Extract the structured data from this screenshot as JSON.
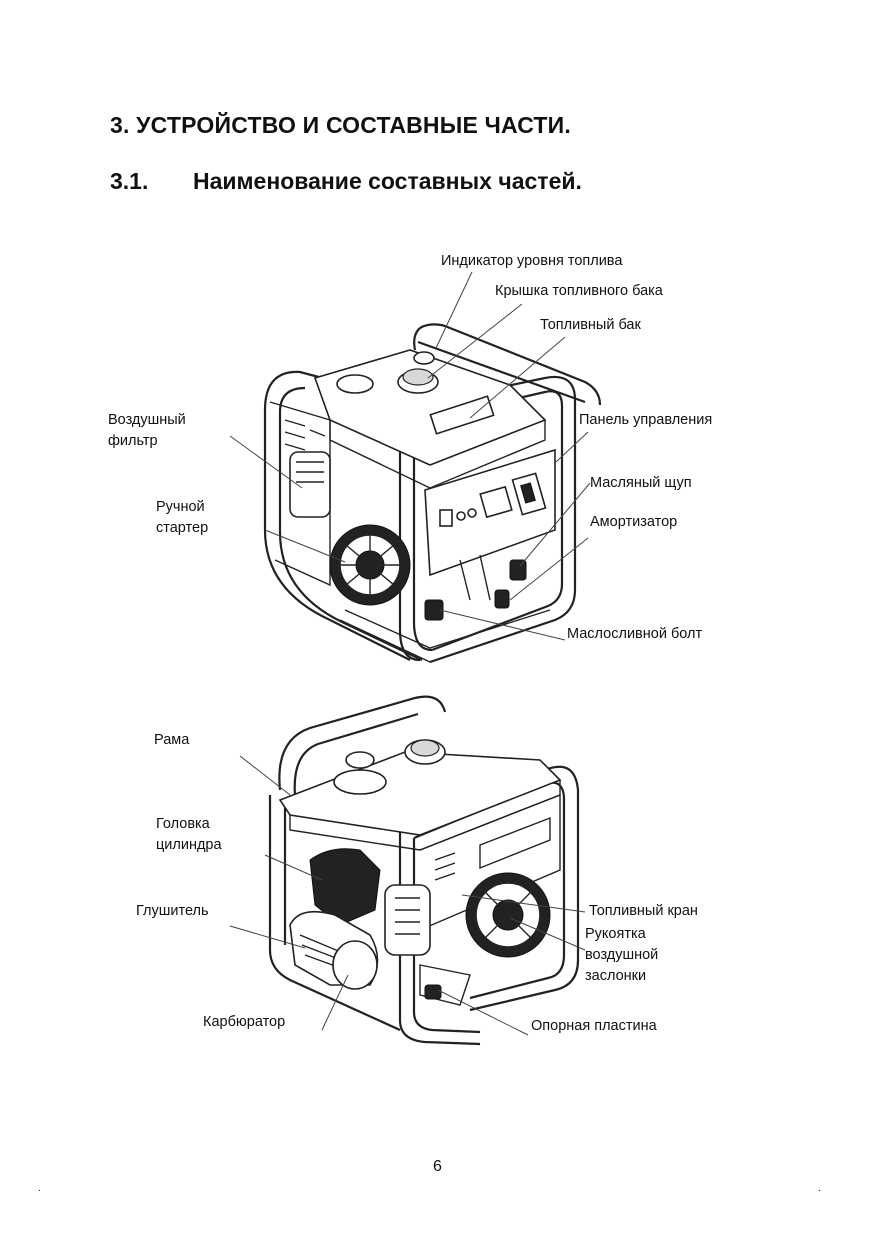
{
  "heading": "3. УСТРОЙСТВО И СОСТАВНЫЕ ЧАСТИ.",
  "subheading": {
    "number": "3.1.",
    "text": "Наименование составных частей."
  },
  "diagram_top": {
    "labels": {
      "fuel_level_indicator": "Индикатор уровня топлива",
      "fuel_tank_cap": "Крышка топливного бака",
      "fuel_tank": "Топливный бак",
      "air_filter": [
        "Воздушный",
        "фильтр"
      ],
      "control_panel": "Панель управления",
      "oil_dipstick": "Масляный щуп",
      "manual_starter": [
        "Ручной",
        "стартер"
      ],
      "shock_absorber": "Амортизатор",
      "oil_drain_bolt": "Маслосливной болт"
    }
  },
  "diagram_bottom": {
    "labels": {
      "frame": "Рама",
      "cylinder_head": [
        "Головка",
        "цилиндра"
      ],
      "muffler": "Глушитель",
      "fuel_valve": "Топливный кран",
      "choke_lever": [
        "Рукоятка",
        "воздушной",
        "заслонки"
      ],
      "carburetor": "Карбюратор",
      "support_plate": "Опорная пластина"
    }
  },
  "page_number": "6",
  "footer_marks": [
    ".",
    "."
  ]
}
